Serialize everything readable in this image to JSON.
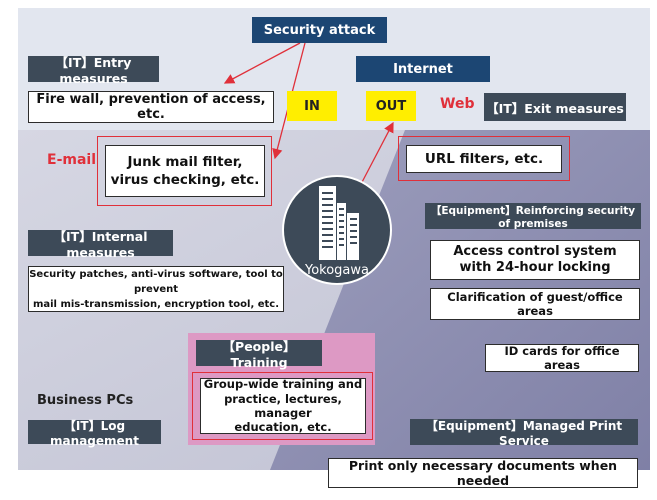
{
  "top": {
    "security_attack": "Security attack",
    "internet": "Internet",
    "in": "IN",
    "out": "OUT",
    "web": "Web"
  },
  "it_entry": {
    "title": "【IT】Entry measures",
    "item": "Fire wall, prevention of access, etc."
  },
  "it_exit": {
    "title": "【IT】Exit measures",
    "item": "URL filters, etc."
  },
  "email": {
    "label": "E-mail",
    "item": "Junk mail filter,\nvirus checking, etc."
  },
  "center": {
    "label": "Yokogawa"
  },
  "equipment_premises": {
    "title": "【Equipment】Reinforcing security of premises",
    "items": [
      "Access control system\nwith 24-hour locking",
      "Clarification of guest/office areas",
      "ID cards for office areas"
    ]
  },
  "it_internal": {
    "title": "【IT】Internal measures",
    "item": "Security patches, anti-virus software, tool to prevent\nmail mis-transmission, encryption tool, etc."
  },
  "people": {
    "title": "【People】Training",
    "item": "Group-wide training and\npractice, lectures, manager\neducation, etc."
  },
  "business_pcs": "Business PCs",
  "it_log": {
    "title": "【IT】Log management"
  },
  "equipment_print": {
    "title": "【Equipment】Managed Print Service",
    "item": "Print only necessary documents when needed"
  },
  "colors": {
    "top_band": "#e2e6ef",
    "lower_left": "#c9cad9",
    "lower_right": "#8e8fb1",
    "box_dark": "#3d4a58",
    "box_navy": "#1c4673",
    "accent_red": "#e0303a",
    "accent_yellow": "#ffee00",
    "people_pink": "#dd99c4"
  }
}
